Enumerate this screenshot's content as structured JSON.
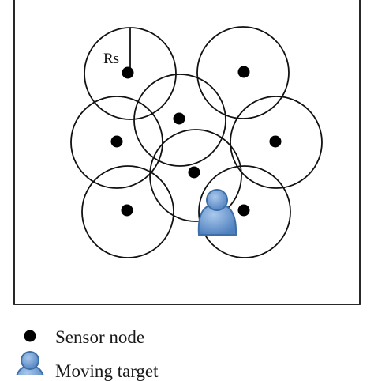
{
  "diagram": {
    "radius_label": "Rs",
    "sensor_count": 8,
    "legend": {
      "sensor_label": "Sensor node",
      "target_label": "Moving target"
    },
    "colors": {
      "stroke": "#111111",
      "node": "#000000",
      "target_fill": "#6f9fd3",
      "target_stroke": "#3d6fa8"
    },
    "icons": {
      "sensor": "sensor-node-icon",
      "target": "moving-target-icon"
    }
  }
}
